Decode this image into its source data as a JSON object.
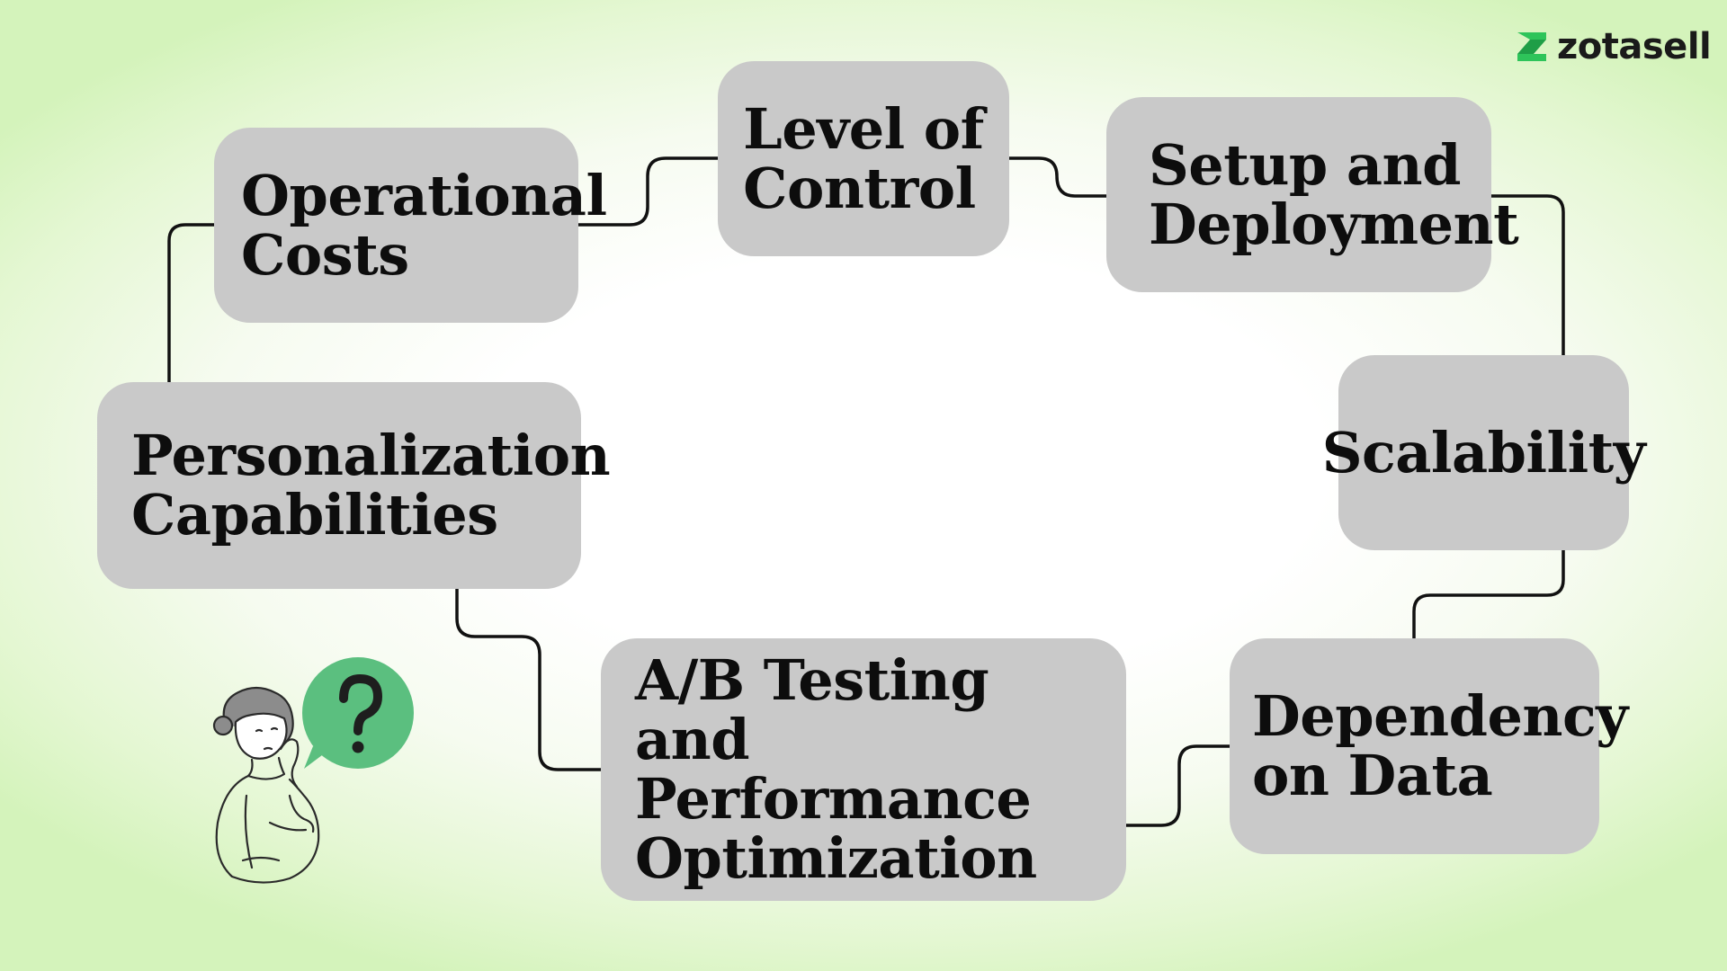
{
  "brand": {
    "name": "zotasell",
    "accent": "#2ec45a"
  },
  "diagram": {
    "node_color": "#c9c9c9",
    "connector_color": "#111111",
    "nodes": [
      {
        "id": "level-of-control",
        "label": "Level of\nControl"
      },
      {
        "id": "setup-and-deployment",
        "label": "Setup and\nDeployment"
      },
      {
        "id": "scalability",
        "label": "Scalability"
      },
      {
        "id": "dependency-on-data",
        "label": "Dependency\non Data"
      },
      {
        "id": "ab-testing",
        "label": "A/B Testing\nand Performance\nOptimization"
      },
      {
        "id": "personalization-capabilities",
        "label": "Personalization\nCapabilities"
      },
      {
        "id": "operational-costs",
        "label": "Operational\nCosts"
      }
    ]
  },
  "illustration": {
    "icon": "thinking-person-icon",
    "bubble_icon": "question-mark-icon",
    "bubble_color": "#5bbf7f"
  }
}
